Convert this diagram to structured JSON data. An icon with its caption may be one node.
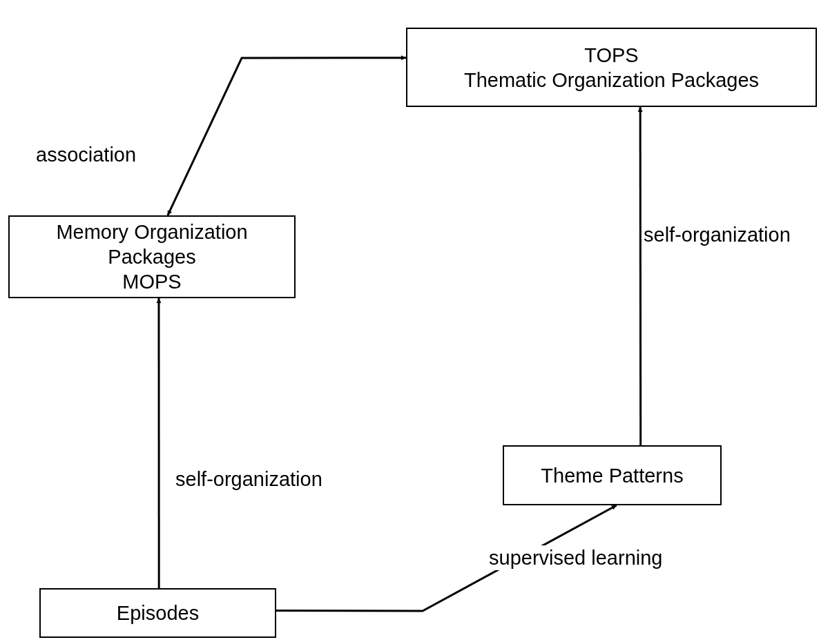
{
  "diagram": {
    "nodes": [
      {
        "text": [
          "TOPS",
          "Thematic Organization Packages"
        ]
      },
      {
        "text": [
          "Memory Organization Packages",
          "MOPS"
        ]
      },
      {
        "text": [
          "Theme Patterns"
        ]
      },
      {
        "text": [
          "Episodes"
        ]
      }
    ],
    "edges": [
      {
        "from": 1,
        "to": 0,
        "arrow": "both",
        "label": "association"
      },
      {
        "from": 2,
        "to": 0,
        "arrow": "to",
        "label": "self-organization"
      },
      {
        "from": 3,
        "to": 1,
        "arrow": "to",
        "label": "self-organization"
      },
      {
        "from": 3,
        "to": 2,
        "arrow": "to",
        "label": "supervised learning"
      }
    ]
  }
}
